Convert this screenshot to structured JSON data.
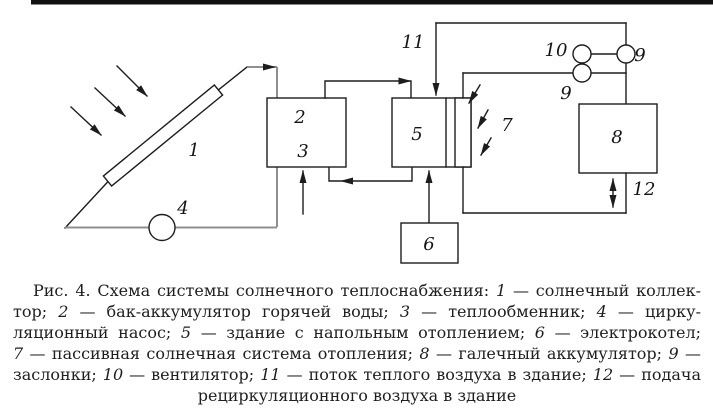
{
  "colors": {
    "rule": "#111111",
    "line": "#1d1d1d",
    "pipe_gray": "#8f8f8f",
    "wall_gray": "#9b9b9b",
    "fan_gray": "#9b9b9b"
  },
  "labels": {
    "collector": "1",
    "tank": "2",
    "heat_exchanger": "3",
    "pump": "4",
    "building": "5",
    "boiler": "6",
    "passive_system": "7",
    "pebble_accumulator": "8",
    "damper_upper": "9",
    "damper_lower": "9",
    "fan": "10",
    "warm_air": "11",
    "recirculation": "12"
  },
  "caption": {
    "lines": [
      [
        {
          "t": "Рис. 4. Схема системы солнечного теплоснабжения: "
        },
        {
          "t": "1",
          "i": true
        },
        {
          "t": " — солнечный коллек-"
        }
      ],
      [
        {
          "t": "тор; "
        },
        {
          "t": "2",
          "i": true
        },
        {
          "t": " — бак-аккумулятор горячей воды; "
        },
        {
          "t": "3",
          "i": true
        },
        {
          "t": " — теплообменник; "
        },
        {
          "t": "4",
          "i": true
        },
        {
          "t": " — цирку-"
        }
      ],
      [
        {
          "t": "ляционный насос; "
        },
        {
          "t": "5",
          "i": true
        },
        {
          "t": " — здание с напольным отоплением; "
        },
        {
          "t": "6",
          "i": true
        },
        {
          "t": " — электрокотел;"
        }
      ],
      [
        {
          "t": "7",
          "i": true
        },
        {
          "t": " — пассивная солнечная система отопления; "
        },
        {
          "t": "8",
          "i": true
        },
        {
          "t": " — галечный аккумулятор; "
        },
        {
          "t": "9",
          "i": true
        },
        {
          "t": " —"
        }
      ],
      [
        {
          "t": "заслонки; "
        },
        {
          "t": "10",
          "i": true
        },
        {
          "t": " — вентилятор; "
        },
        {
          "t": "11",
          "i": true
        },
        {
          "t": " — поток теплого воздуха в здание; "
        },
        {
          "t": "12",
          "i": true
        },
        {
          "t": " — подача"
        }
      ],
      [
        {
          "t": "рециркуляционного воздуха в здание"
        }
      ]
    ]
  }
}
